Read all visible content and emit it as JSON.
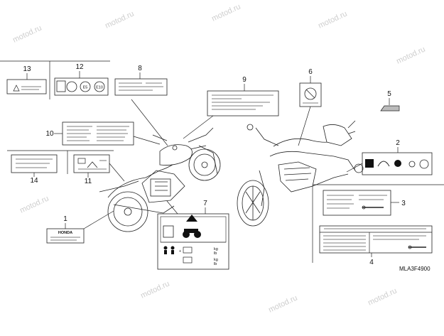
{
  "diagram": {
    "code": "MLA3F4900",
    "watermark": "motod.ru",
    "callouts": [
      "1",
      "2",
      "3",
      "4",
      "5",
      "6",
      "7",
      "8",
      "9",
      "10",
      "11",
      "12",
      "13",
      "14"
    ],
    "label1_brand": "HONDA",
    "label12_badges": [
      "E5",
      "E10"
    ],
    "label7_values": [
      "kg",
      "lb",
      "kg",
      "lb"
    ]
  }
}
